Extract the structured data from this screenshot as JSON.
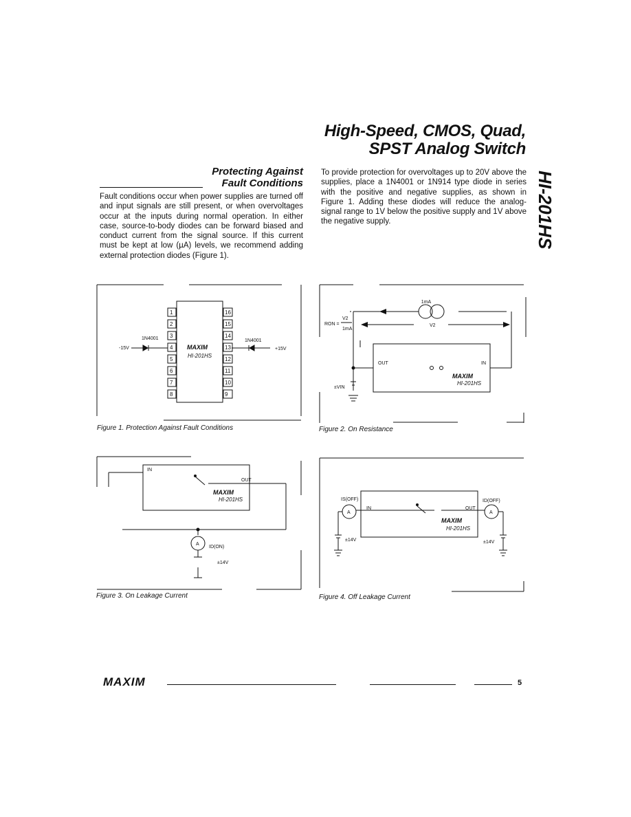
{
  "header": {
    "title_line1": "High-Speed, CMOS, Quad,",
    "title_line2": "SPST Analog Switch",
    "part_number_side": "HI-201HS"
  },
  "section": {
    "heading_line1": "Protecting Against",
    "heading_line2": "Fault Conditions",
    "paragraph1": "Fault conditions occur when power supplies are turned off and input signals are still present, or when overvoltages occur at the inputs during normal operation. In either case, source-to-body diodes can be forward biased and conduct current from the signal source. If this current must be kept at low (µA) levels, we recommend adding external protection diodes (Figure 1).",
    "paragraph2": "To provide protection for overvoltages up to 20V above the supplies, place a 1N4001 or 1N914 type diode in series with the positive and negative supplies, as shown in Figure 1. Adding these diodes will reduce the analog-signal range to 1V below the positive supply and 1V above the negative supply."
  },
  "figures": {
    "fig1": {
      "caption": "Figure 1.  Protection Against Fault Conditions",
      "logo": "MAXIM",
      "part": "HI-201HS",
      "left_pins": [
        "1",
        "2",
        "3",
        "4",
        "5",
        "6",
        "7",
        "8"
      ],
      "right_pins": [
        "16",
        "15",
        "14",
        "13",
        "12",
        "11",
        "10",
        "9"
      ],
      "diode_left": "1N4001",
      "diode_right": "1N4001",
      "supply_left": "-15V",
      "supply_right": "+15V"
    },
    "fig2": {
      "caption": "Figure 2.  On Resistance",
      "current_source": "1mA",
      "v2_label": "V2",
      "formula_lhs": "RON =",
      "formula_num": "V2",
      "formula_den": "1mA",
      "out_label": "OUT",
      "in_label": "IN",
      "vin_label": "±VIN",
      "logo": "MAXIM",
      "part": "HI-201HS"
    },
    "fig3": {
      "caption": "Figure 3.  On Leakage Current",
      "in_label": "IN",
      "out_label": "OUT",
      "logo": "MAXIM",
      "part": "HI-201HS",
      "meter": "A",
      "current_label": "ID(ON)",
      "supply": "±14V"
    },
    "fig4": {
      "caption": "Figure 4.  Off Leakage Current",
      "in_label": "IN",
      "out_label": "OUT",
      "logo": "MAXIM",
      "part": "HI-201HS",
      "meter_left": "A",
      "meter_right": "A",
      "current_left": "IS(OFF)",
      "current_right": "ID(OFF)",
      "supply_left": "±14V",
      "supply_right": "±14V"
    }
  },
  "footer": {
    "logo": "MAXIM",
    "page_number": "5"
  }
}
